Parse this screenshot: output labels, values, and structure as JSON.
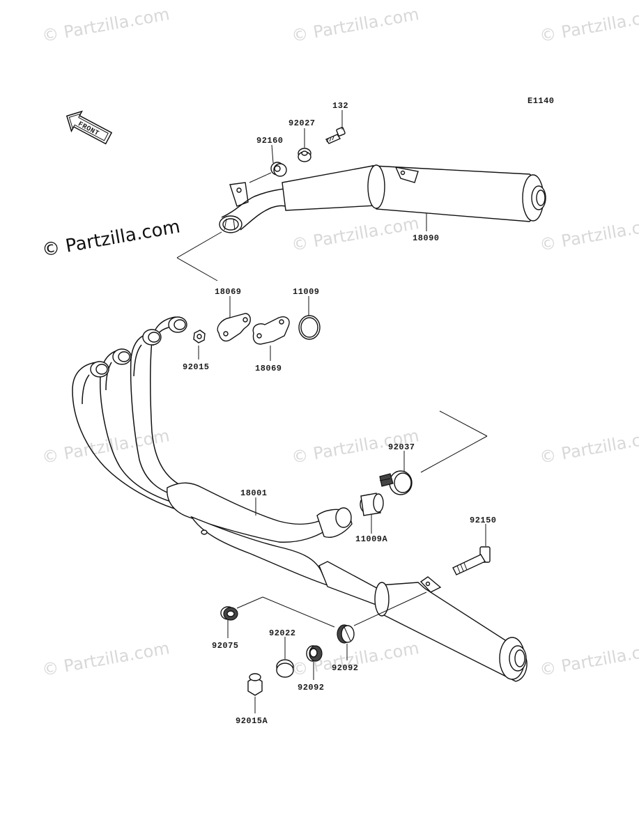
{
  "diagram": {
    "code": "E1140",
    "front_label": "FRONT",
    "main_watermark": "© Partzilla.com",
    "watermark_text": "© Partzilla.com"
  },
  "parts": {
    "p132": "132",
    "p92027": "92027",
    "p92160": "92160",
    "p18090": "18090",
    "p18069_top": "18069",
    "p11009": "11009",
    "p92015": "92015",
    "p18069_bottom": "18069",
    "p92037": "92037",
    "p18001": "18001",
    "p11009A": "11009A",
    "p92150": "92150",
    "p92075": "92075",
    "p92022": "92022",
    "p92092_a": "92092",
    "p92092_b": "92092",
    "p92015A": "92015A"
  }
}
